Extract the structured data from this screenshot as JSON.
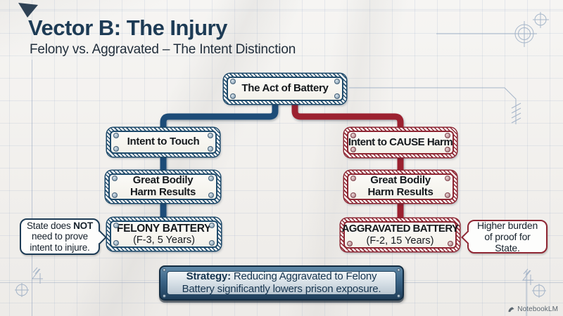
{
  "colors": {
    "navy_border": "#1e4a6b",
    "red_border": "#8e2633",
    "connector_navy": "#1d4c78",
    "connector_red": "#9c2130",
    "title_navy": "#1d3b55",
    "strategy_frame": "#3b6486",
    "blueprint_line": "#93a7c0"
  },
  "header": {
    "title": "Vector B: The Injury",
    "subtitle": "Felony vs. Aggravated – The Intent Distinction"
  },
  "flow": {
    "root": "The Act of Battery",
    "left": {
      "intent": "Intent to Touch",
      "harm_line1": "Great Bodily",
      "harm_line2": "Harm Results",
      "result_title": "FELONY BATTERY",
      "result_sub": "(F-3, 5 Years)"
    },
    "right": {
      "intent": "Intent to CAUSE Harm",
      "harm_line1": "Great Bodily",
      "harm_line2": "Harm Results",
      "result_title": "AGGRAVATED BATTERY",
      "result_sub": "(F-2, 15 Years)"
    }
  },
  "callouts": {
    "left": {
      "pre": "State does ",
      "bold": "NOT",
      "rest": " need to prove intent to injure."
    },
    "right": "Higher burden of proof for State."
  },
  "strategy": {
    "label": "Strategy:",
    "text": " Reducing Aggravated to Felony Battery significantly lowers prison exposure."
  },
  "footer": {
    "watermark": "NotebookLM"
  }
}
